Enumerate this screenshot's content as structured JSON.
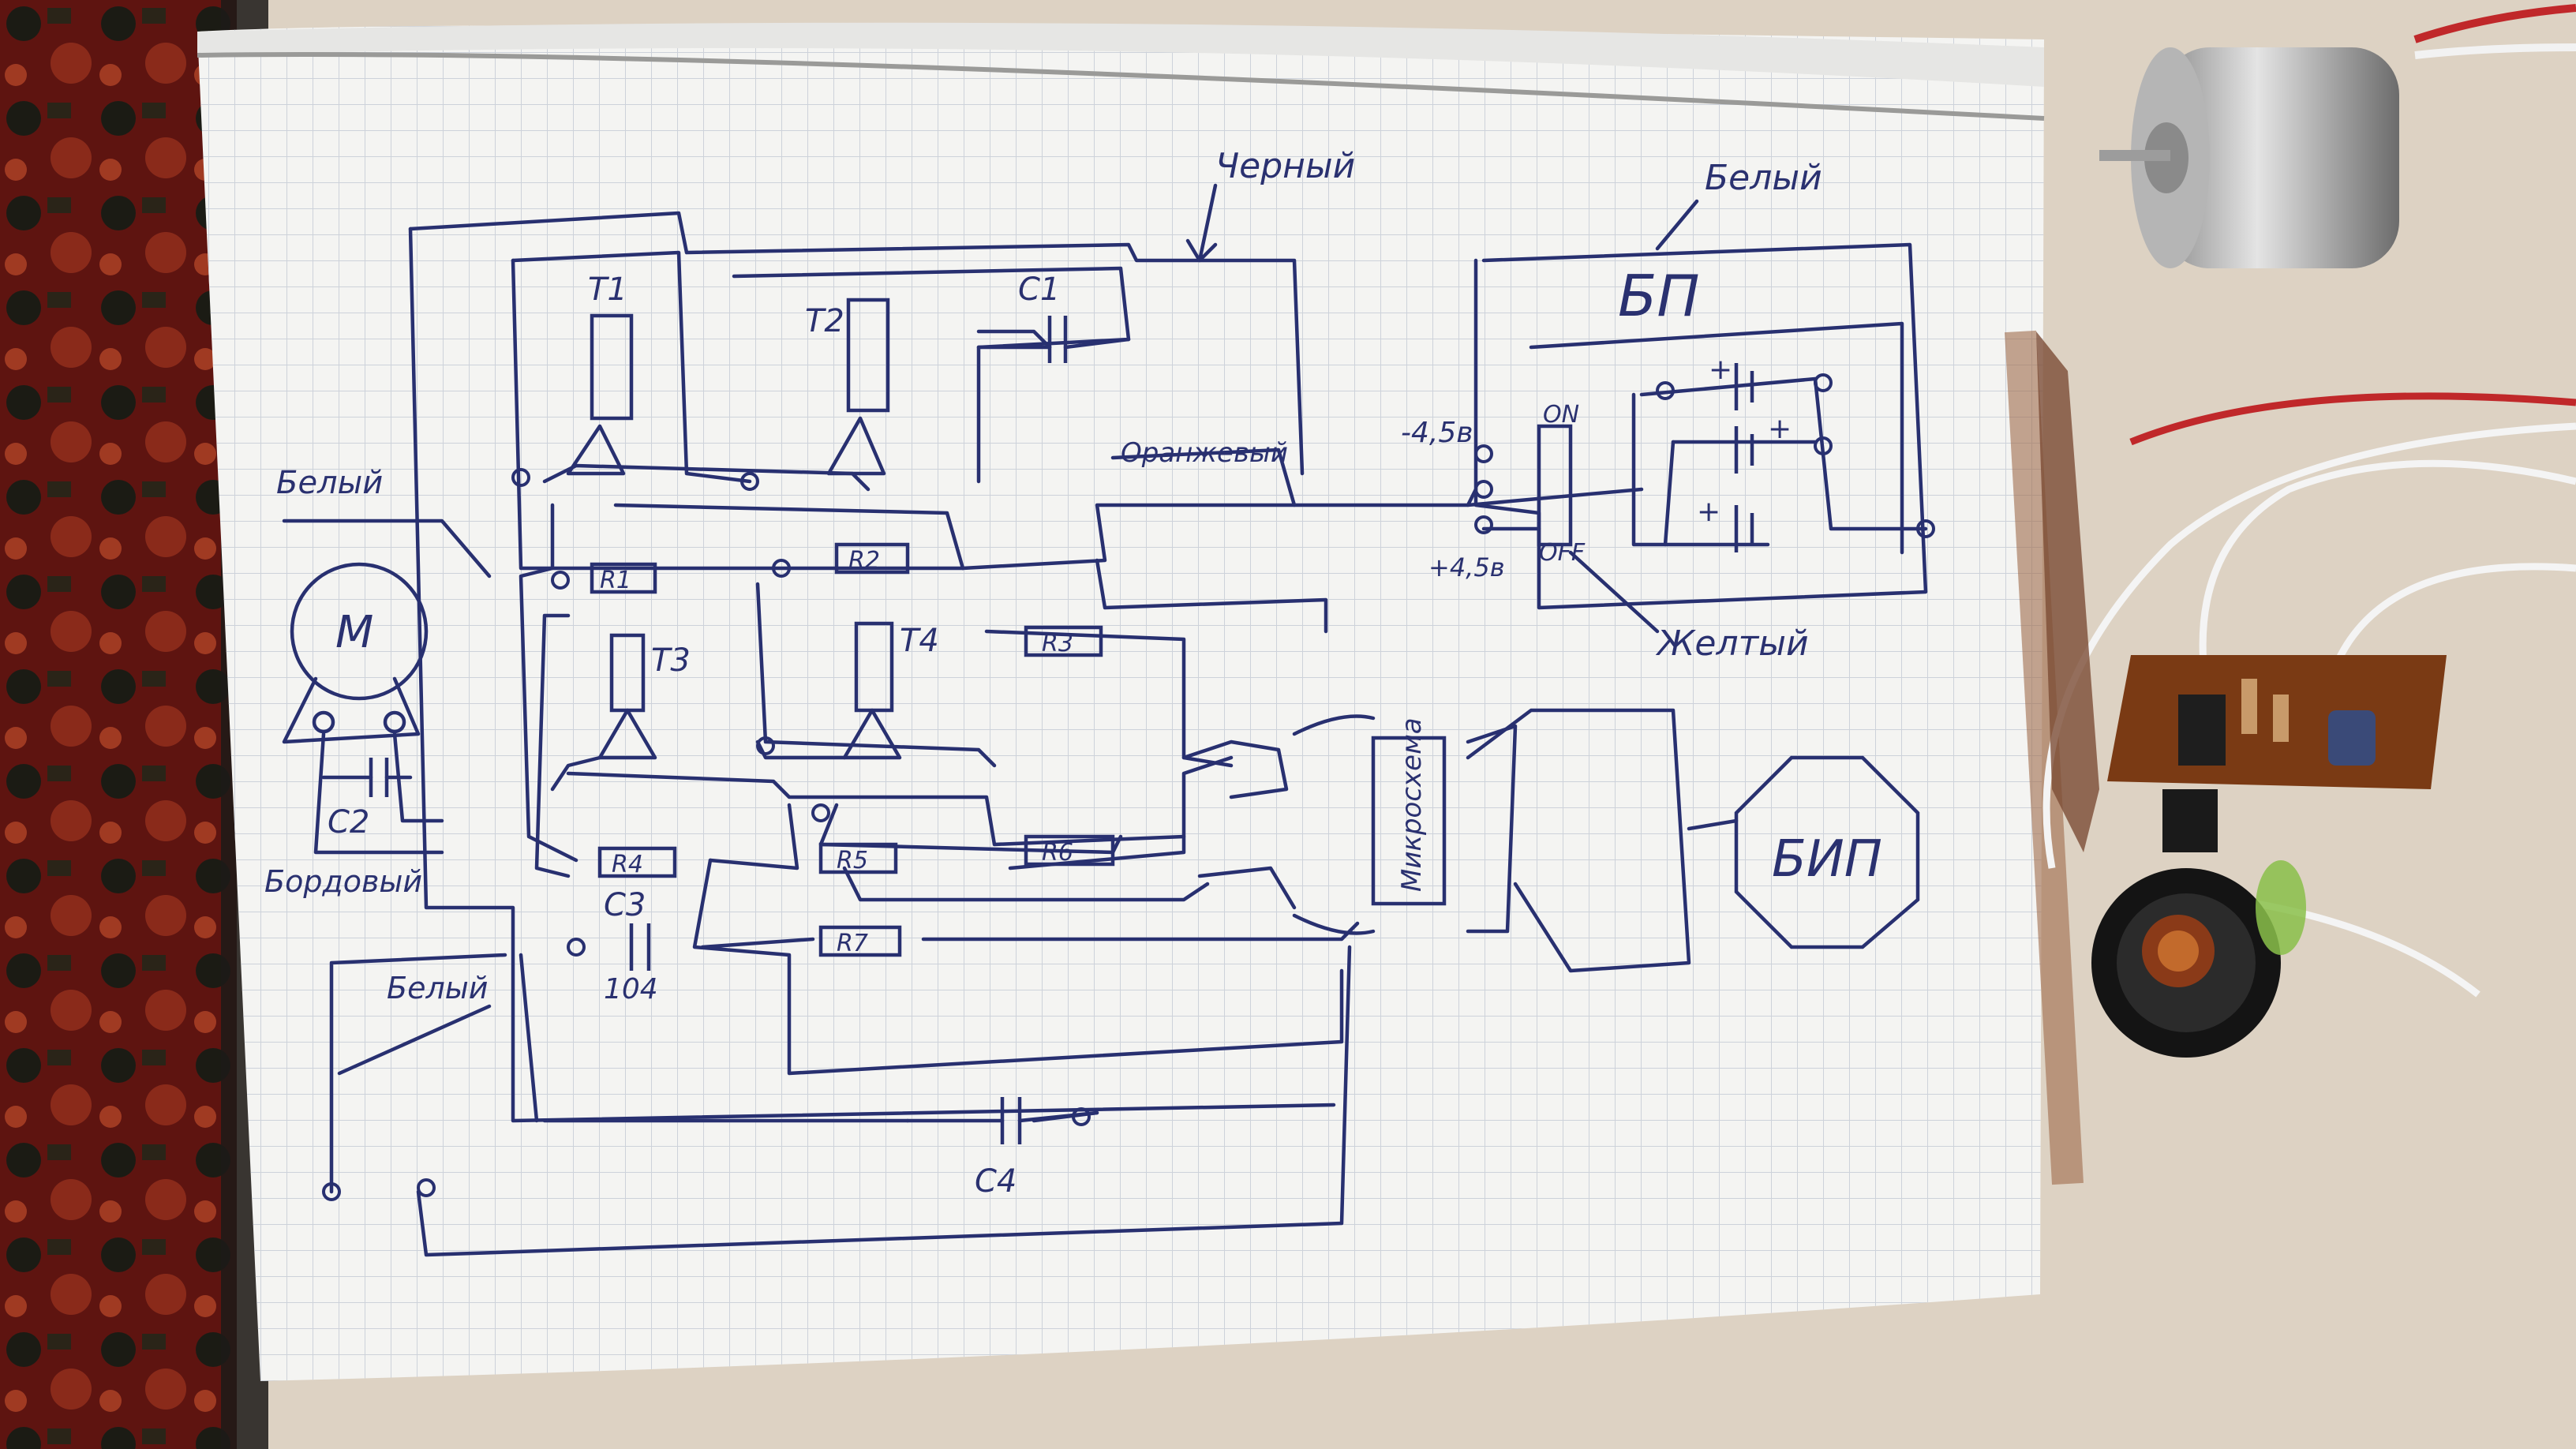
{
  "colors": {
    "ink": "#283070",
    "paper": "#f4f4f2",
    "grid": "#c9ced6",
    "carpet_red": "#7a1a12",
    "table": "#ddd2c3"
  },
  "labels": {
    "black_wire": "Черный",
    "white_wire_top": "Белый",
    "white_wire_left": "Белый",
    "white_wire_bottom": "Белый",
    "orange_wire": "Оранжевый",
    "yellow_wire": "Желтый",
    "burgundy_wire": "Бордовый",
    "power_supply": "БП",
    "buzzer": "БИП",
    "microchip": "Микросхема",
    "motor": "M",
    "minus_voltage": "-4,5в",
    "plus_voltage": "+4,5в",
    "switch_on": "ON",
    "switch_off": "OFF",
    "plus_sign": "+",
    "cap_value": "104"
  },
  "components": {
    "transistors": [
      "T1",
      "T2",
      "T3",
      "T4"
    ],
    "resistors": [
      "R1",
      "R2",
      "R3",
      "R4",
      "R5",
      "R6",
      "R7"
    ],
    "capacitors": [
      "C1",
      "C2",
      "C3",
      "C4"
    ]
  },
  "objects": {
    "motor_icon": "dc-motor",
    "pcb_icon": "circuit-board",
    "speaker_icon": "speaker"
  }
}
